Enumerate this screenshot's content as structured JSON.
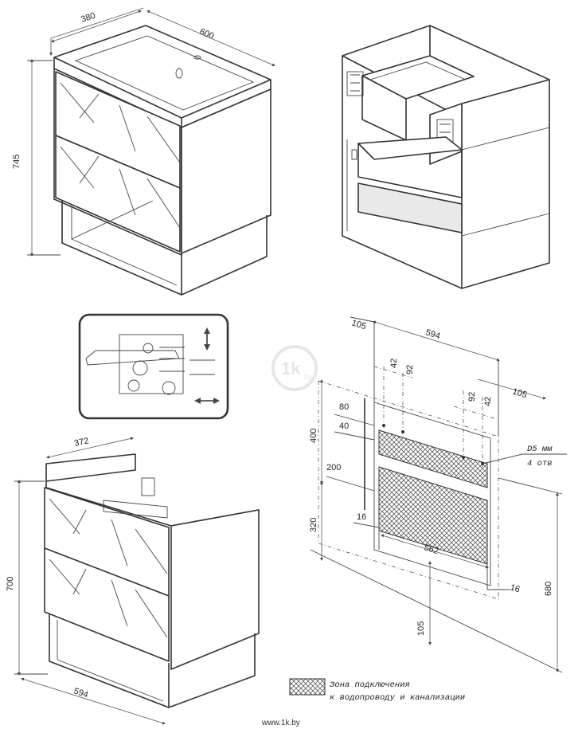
{
  "top_view": {
    "width": "600",
    "depth": "380",
    "height": "745"
  },
  "install_view": {
    "depth": "372",
    "height": "700",
    "width": "594"
  },
  "mount_plan": {
    "total_width": "594",
    "left_offset": "105",
    "right_offset": "105",
    "hole_42_left": "42",
    "hole_92_left": "92",
    "hole_92_right": "92",
    "hole_42_right": "42",
    "dim_80": "80",
    "dim_40": "40",
    "dim_400": "400",
    "dim_200": "200",
    "dim_320": "320",
    "dim_16_left": "16",
    "dim_562": "562",
    "dim_16_right": "16",
    "dim_680": "680",
    "dim_105_bottom": "105",
    "hole_spec_line1": "D5 мм",
    "hole_spec_line2": "4 отв"
  },
  "legend": {
    "line1": "Зона подключения",
    "line2": "к водопроводу и канализации"
  },
  "footer": {
    "site": "www.1k.by"
  },
  "watermark": {
    "text": "1k",
    "suffix": "by"
  }
}
